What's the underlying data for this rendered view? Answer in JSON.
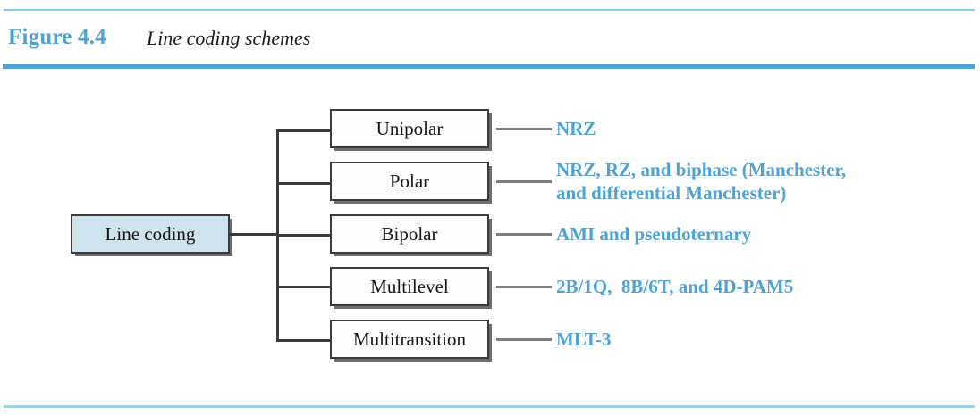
{
  "figure": {
    "label": "Figure 4.4",
    "title": "Line coding schemes"
  },
  "colors": {
    "accent_blue": "#4ea3d6",
    "rule_light_blue": "#87c9ee",
    "root_node_fill": "#cfe3ec",
    "node_border": "#3b3b3b",
    "node_fill": "#fdfdfb",
    "connector_gray": "#7d7d80"
  },
  "diagram": {
    "type": "tree",
    "root": {
      "label": "Line coding"
    },
    "branches": [
      {
        "category": "Unipolar",
        "schemes": "NRZ"
      },
      {
        "category": "Polar",
        "schemes": "NRZ, RZ, and biphase (Manchester,\nand differential Manchester)"
      },
      {
        "category": "Bipolar",
        "schemes": "AMI and pseudoternary"
      },
      {
        "category": "Multilevel",
        "schemes": "2B/1Q,  8B/6T, and 4D-PAM5"
      },
      {
        "category": "Multitransition",
        "schemes": "MLT-3"
      }
    ]
  }
}
